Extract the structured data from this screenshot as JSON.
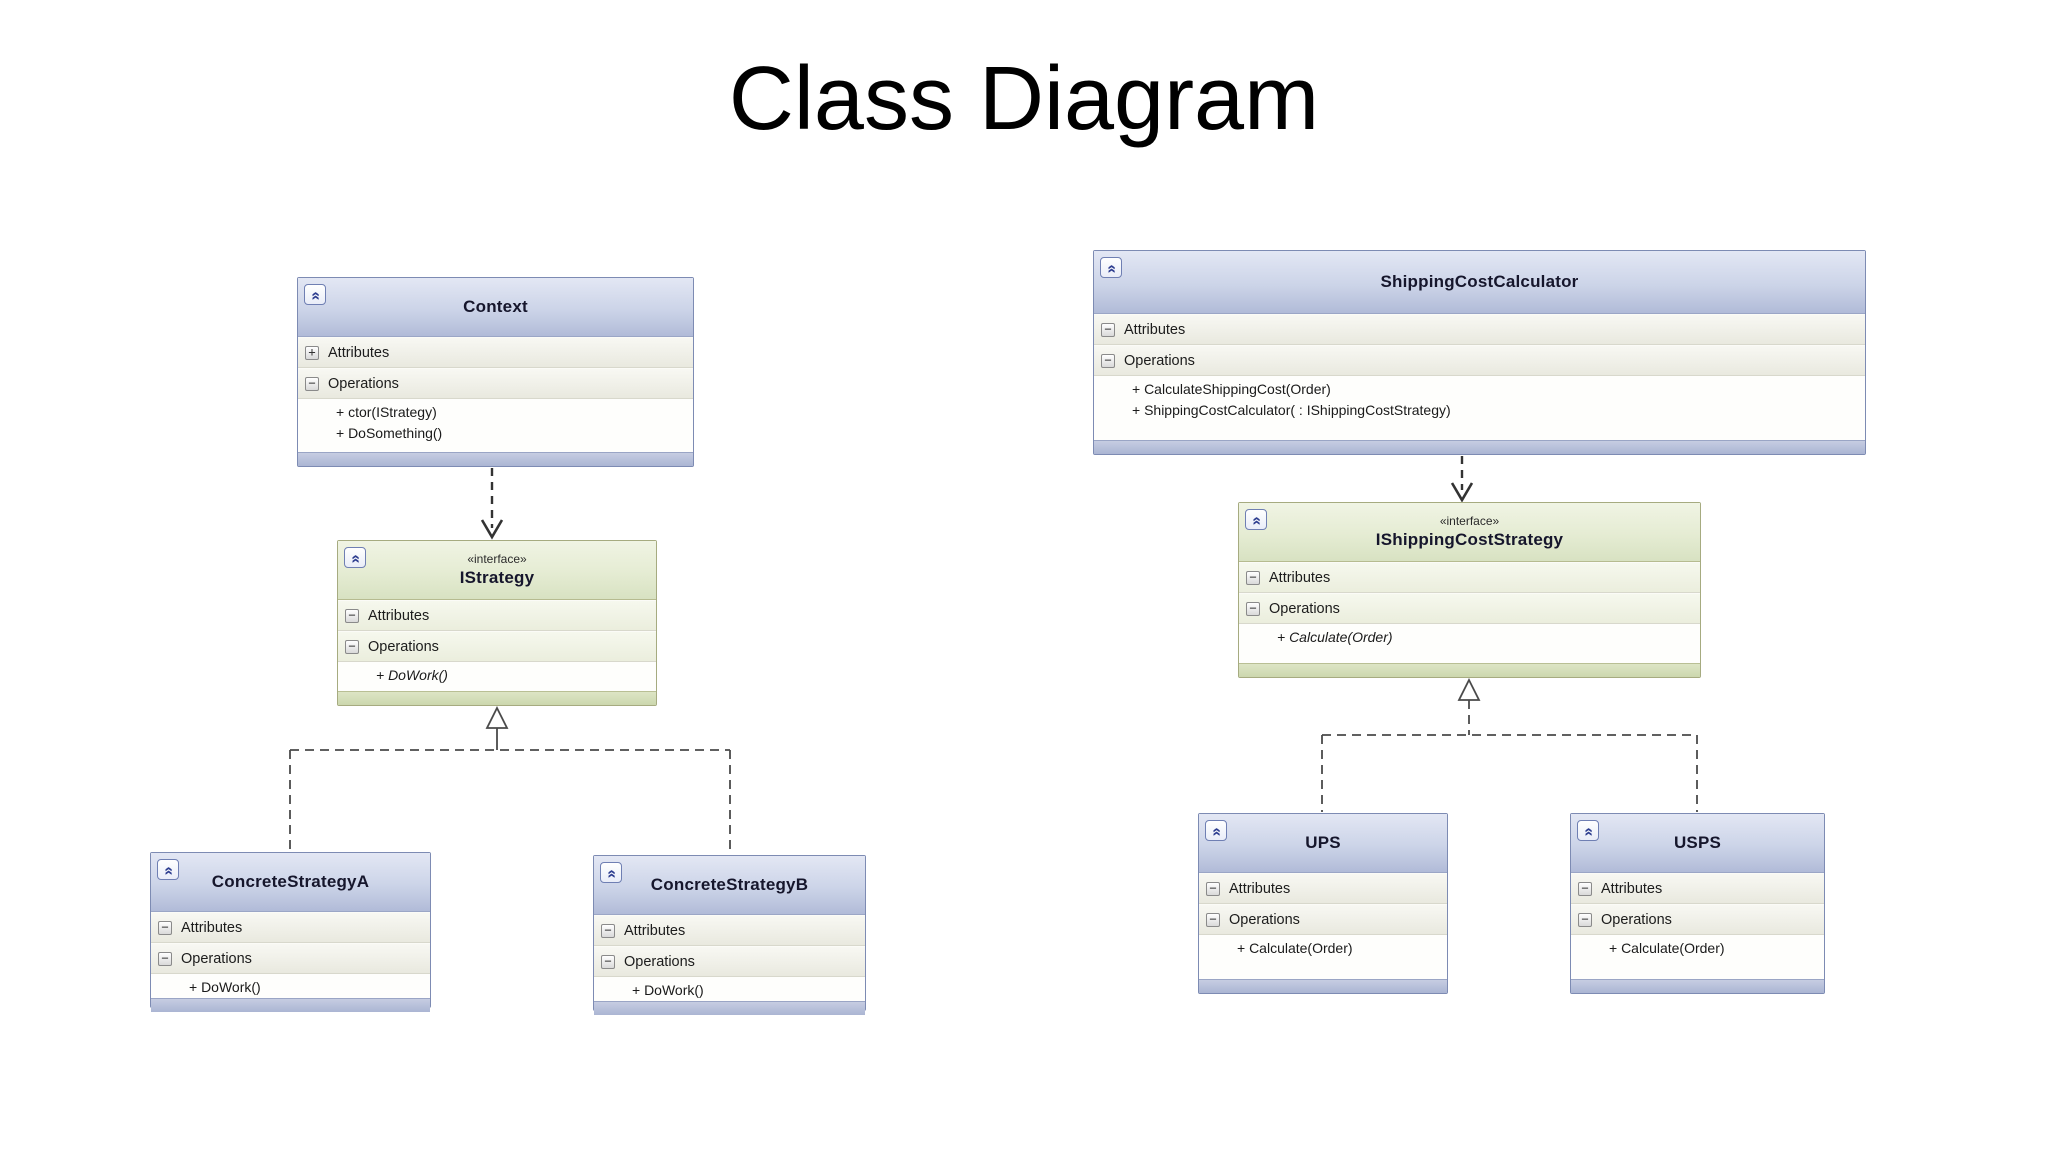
{
  "title": "Class Diagram",
  "colors": {
    "class_header_blue": "#c5cde4",
    "interface_header_green": "#e2eace",
    "class_border_blue": "#7d8bb3",
    "interface_border_green": "#a6ab80",
    "footer_strip_blue": "#b3bdd8",
    "footer_strip_green": "#d2dcb7",
    "connector_gray": "#454545",
    "collapse_icon_blue": "#2d3d8f"
  },
  "icons": {
    "collapse_chevron": "chevron-double-up",
    "expander_expanded_glyph": "−",
    "expander_collapsed_glyph": "+"
  },
  "classes": [
    {
      "name": "Context",
      "kind": "class",
      "attributes": {
        "expander": "+",
        "label": "Attributes"
      },
      "operations": {
        "expander": "−",
        "label": "Operations",
        "items": [
          "+ ctor(IStrategy)",
          "+ DoSomething()"
        ]
      }
    },
    {
      "name": "IStrategy",
      "kind": "interface",
      "stereotype": "«interface»",
      "attributes": {
        "expander": "−",
        "label": "Attributes"
      },
      "operations": {
        "expander": "−",
        "label": "Operations",
        "items": [
          "+ DoWork()"
        ]
      }
    },
    {
      "name": "ConcreteStrategyA",
      "kind": "class",
      "attributes": {
        "expander": "−",
        "label": "Attributes"
      },
      "operations": {
        "expander": "−",
        "label": "Operations",
        "items": [
          "+ DoWork()"
        ]
      }
    },
    {
      "name": "ConcreteStrategyB",
      "kind": "class",
      "attributes": {
        "expander": "−",
        "label": "Attributes"
      },
      "operations": {
        "expander": "−",
        "label": "Operations",
        "items": [
          "+ DoWork()"
        ]
      }
    },
    {
      "name": "ShippingCostCalculator",
      "kind": "class",
      "attributes": {
        "expander": "−",
        "label": "Attributes"
      },
      "operations": {
        "expander": "−",
        "label": "Operations",
        "items": [
          "+ CalculateShippingCost(Order)",
          "+ ShippingCostCalculator( : IShippingCostStrategy)"
        ]
      }
    },
    {
      "name": "IShippingCostStrategy",
      "kind": "interface",
      "stereotype": "«interface»",
      "attributes": {
        "expander": "−",
        "label": "Attributes"
      },
      "operations": {
        "expander": "−",
        "label": "Operations",
        "items": [
          "+ Calculate(Order)"
        ]
      }
    },
    {
      "name": "UPS",
      "kind": "class",
      "attributes": {
        "expander": "−",
        "label": "Attributes"
      },
      "operations": {
        "expander": "−",
        "label": "Operations",
        "items": [
          "+ Calculate(Order)"
        ]
      }
    },
    {
      "name": "USPS",
      "kind": "class",
      "attributes": {
        "expander": "−",
        "label": "Attributes"
      },
      "operations": {
        "expander": "−",
        "label": "Operations",
        "items": [
          "+ Calculate(Order)"
        ]
      }
    }
  ]
}
